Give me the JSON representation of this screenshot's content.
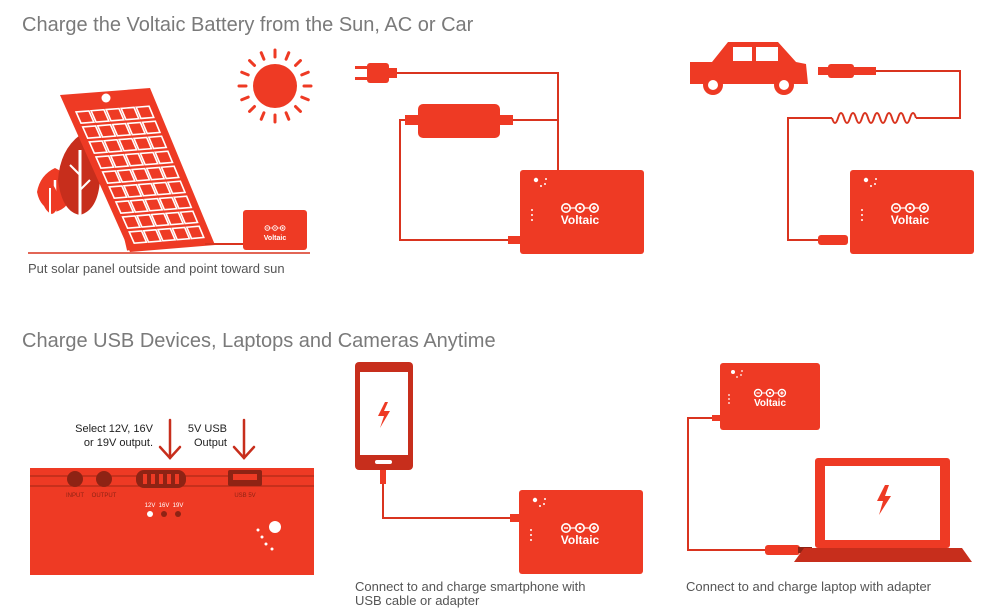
{
  "headings": {
    "charge_battery": "Charge the Voltaic Battery from the Sun, AC or Car",
    "charge_devices": "Charge USB Devices, Laptops and Cameras Anytime"
  },
  "captions": {
    "solar": "Put solar panel outside and point toward sun",
    "smartphone_line1": "Connect to and charge smartphone with",
    "smartphone_line2": "USB cable or adapter",
    "laptop": "Connect to and charge laptop with adapter"
  },
  "battery": {
    "brand": "Voltaic",
    "logo_symbols": "⊖⊙⊕"
  },
  "battery_panel": {
    "callout_voltage_line1": "Select 12V, 16V",
    "callout_voltage_line2": "or 19V output.",
    "callout_usb_line1": "5V USB",
    "callout_usb_line2": "Output",
    "port_input": "INPUT",
    "port_output": "OUTPUT",
    "port_usb": "USB 5V",
    "voltage_options": [
      "12V",
      "16V",
      "19V"
    ]
  },
  "colors": {
    "brand_red": "#ee3a24",
    "dark_red": "#c72e1c",
    "line_red": "#d9341f",
    "heading_gray": "#7a7a7a"
  },
  "icons": [
    "sun-icon",
    "tree-icon",
    "solar-panel-icon",
    "ac-plug-icon",
    "ac-adapter-icon",
    "car-icon",
    "car-plug-icon",
    "smartphone-icon",
    "laptop-icon",
    "lightning-icon",
    "down-arrow-icon"
  ]
}
